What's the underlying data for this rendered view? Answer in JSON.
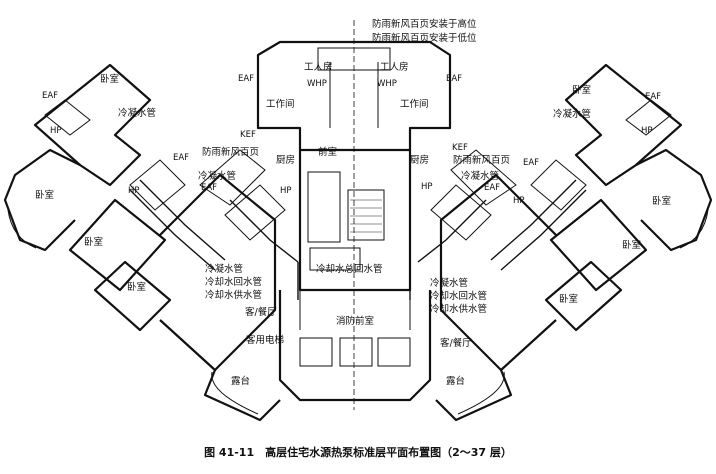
{
  "caption": "图 41-11　高层住宅水源热泵标准层平面布置图（2～37 层）",
  "labels": {
    "rain_high": "防雨新风百页安装于高位",
    "rain_low": "防雨新风百页安装于低位",
    "rain_louver": "防雨新风百页",
    "bedroom": "卧室",
    "worker_room": "工人房",
    "workroom": "工作间",
    "kitchen": "厨房",
    "lobby": "前室",
    "living_dining": "客/餐厅",
    "balcony": "露台",
    "elevator": "客用电梯",
    "fire_lobby": "消防前室",
    "return_main": "冷却水总回水管",
    "condensate": "冷凝水管",
    "cooling_return": "冷却水回水管",
    "cooling_supply": "冷却水供水管",
    "eaf": "EAF",
    "kef": "KEF",
    "hp": "HP",
    "whp": "WHP"
  }
}
